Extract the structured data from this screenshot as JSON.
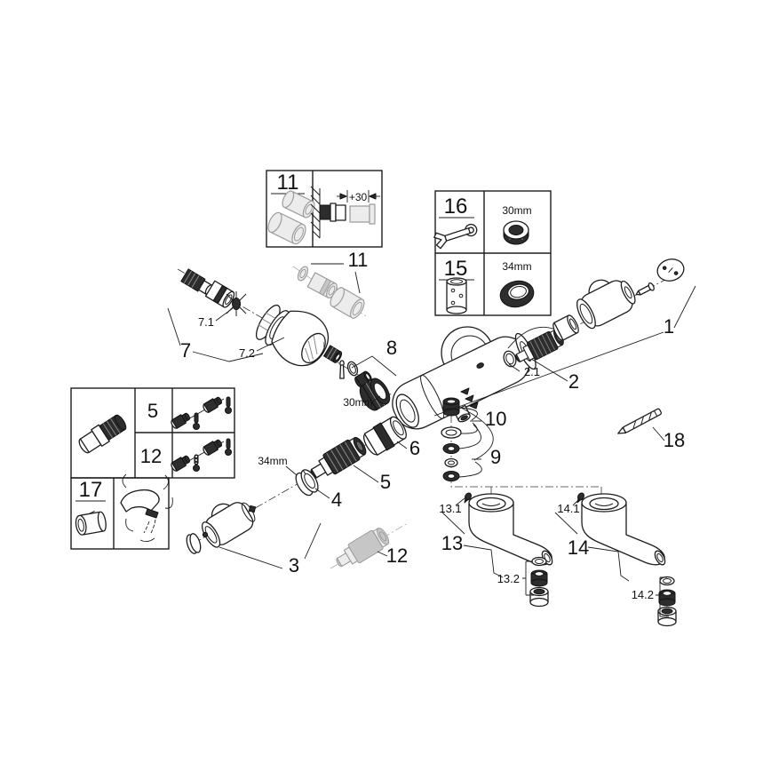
{
  "palette": {
    "ink": "#1d1d1d",
    "muted": "#9c9c9c",
    "paper": "#ffffff"
  },
  "callouts": {
    "n1": "1",
    "n2": "2",
    "n2_1": "2.1",
    "n3": "3",
    "n4": "4",
    "n5": "5",
    "n6": "6",
    "n7": "7",
    "n7_1": "7.1",
    "n7_2": "7.2",
    "n8": "8",
    "n9": "9",
    "n10": "10",
    "n11": "11",
    "n12": "12",
    "n13": "13",
    "n13_1": "13.1",
    "n13_2": "13.2",
    "n14": "14",
    "n14_1": "14.1",
    "n14_2": "14.2",
    "n18": "18"
  },
  "dimensions": {
    "nut_size": "30mm",
    "ring_size": "34mm",
    "extension_offset": "+30"
  },
  "insets": {
    "extension_box": {
      "number": "11"
    },
    "tool_box": {
      "wrench_number": "16",
      "wrench_size": "30mm",
      "socket_number": "15",
      "socket_size": "34mm"
    },
    "valve_box": {
      "row_top": "5",
      "row_bottom": "12"
    },
    "restrictor_box": {
      "number": "17"
    }
  },
  "icons": {
    "wrench": "wrench-icon",
    "socket": "socket-tool-icon",
    "thermometer": "thermometer-icon",
    "scald_warning": "scald-warning-pictogram"
  }
}
